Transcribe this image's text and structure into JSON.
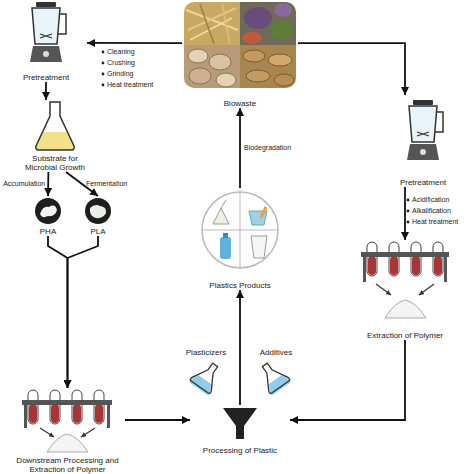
{
  "diagram": {
    "nodes": [
      {
        "text": [
          "Biowaste"
        ]
      },
      {
        "text": [
          "Pretreatment"
        ]
      },
      {
        "text": [
          "Substrate for Microbial Growth"
        ]
      },
      {
        "text": [
          "PHA"
        ]
      },
      {
        "text": [
          "PLA"
        ]
      },
      {
        "text": [
          "Downstream Processing and Extraction of Polymer"
        ]
      },
      {
        "text": [
          "Processing of Plastic"
        ]
      },
      {
        "text": [
          "Plastics Products"
        ]
      },
      {
        "text": [
          "Pretreatment"
        ]
      },
      {
        "text": [
          "Extraction of Polymer"
        ]
      },
      {
        "text": [
          "Plasticizers"
        ]
      },
      {
        "text": [
          "Additives"
        ]
      }
    ],
    "edges": [
      {
        "from": 0,
        "to": 1,
        "arrow": "to"
      },
      {
        "from": 1,
        "to": 2,
        "arrow": "to"
      },
      {
        "from": 2,
        "to": 3,
        "label": "Accumulation",
        "arrow": "to"
      },
      {
        "from": 2,
        "to": 4,
        "label": "Fermentation",
        "arrow": "to"
      },
      {
        "from": 3,
        "to": 5,
        "arrow": "to"
      },
      {
        "from": 4,
        "to": 5,
        "arrow": "to"
      },
      {
        "from": 5,
        "to": 6,
        "arrow": "to"
      },
      {
        "from": 6,
        "to": 7,
        "arrow": "to"
      },
      {
        "from": 7,
        "to": 0,
        "label": "Biodegradation",
        "arrow": "to"
      },
      {
        "from": 0,
        "to": 8,
        "arrow": "to"
      },
      {
        "from": 8,
        "to": 9,
        "arrow": "to"
      },
      {
        "from": 9,
        "to": 6,
        "arrow": "to"
      }
    ],
    "labels": [
      "Cleaning",
      "Crushing",
      "Grinding",
      "Heat treatment",
      "Acidification",
      "Alkalification",
      "Heat treatment"
    ]
  }
}
